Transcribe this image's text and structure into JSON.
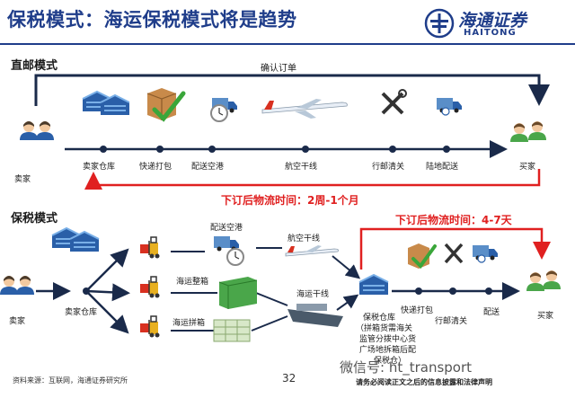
{
  "header": {
    "title": "保税模式：海运保税模式将是趋势",
    "logo_cn": "海通证券",
    "logo_en": "HAITONG"
  },
  "direct_mail": {
    "section_title": "直邮模式",
    "confirm_order": "确认订单",
    "steps": [
      "卖家仓库",
      "快递打包",
      "配送空港",
      "航空干线",
      "行邮清关",
      "陆地配送",
      "买家"
    ],
    "seller": "卖家",
    "logistics_time": "下订后物流时间：2周-1个月"
  },
  "bonded": {
    "section_title": "保税模式",
    "seller": "卖家",
    "seller_warehouse": "卖家仓库",
    "route_air_pickup": "配送空港",
    "route_air_trunk": "航空干线",
    "route_sea_full": "海运整箱",
    "route_sea_lcl": "海运拼箱",
    "route_sea_trunk": "海运干线",
    "bonded_warehouse": "保税仓库",
    "bonded_note_1": "（拼箱货需海关",
    "bonded_note_2": "监管分拨中心货",
    "bonded_note_3": "广场地拆箱后配",
    "bonded_note_4": "保税仓）",
    "express_pack": "快递打包",
    "postal_clearance": "行邮清关",
    "delivery": "配送",
    "buyer": "买家",
    "logistics_time": "下订后物流时间：4-7天"
  },
  "footer": {
    "source": "资料来源：互联网，海通证券研究所",
    "page_number": "32",
    "watermark": "微信号: ht_transport",
    "disclaimer": "请务必阅读正文之后的信息披露和法律声明"
  },
  "colors": {
    "title_blue": "#1f3d8a",
    "flow_dark": "#1a2a4a",
    "highlight_red": "#e02020",
    "warehouse_blue": "#2a5fa8",
    "check_green": "#3aa63a"
  },
  "icons": [
    "people-icon",
    "warehouse-icon",
    "package-check-icon",
    "truck-clock-icon",
    "airplane-icon",
    "tools-icon",
    "truck-icon",
    "buyers-icon",
    "forklift-icon",
    "container-icon",
    "ship-icon"
  ]
}
